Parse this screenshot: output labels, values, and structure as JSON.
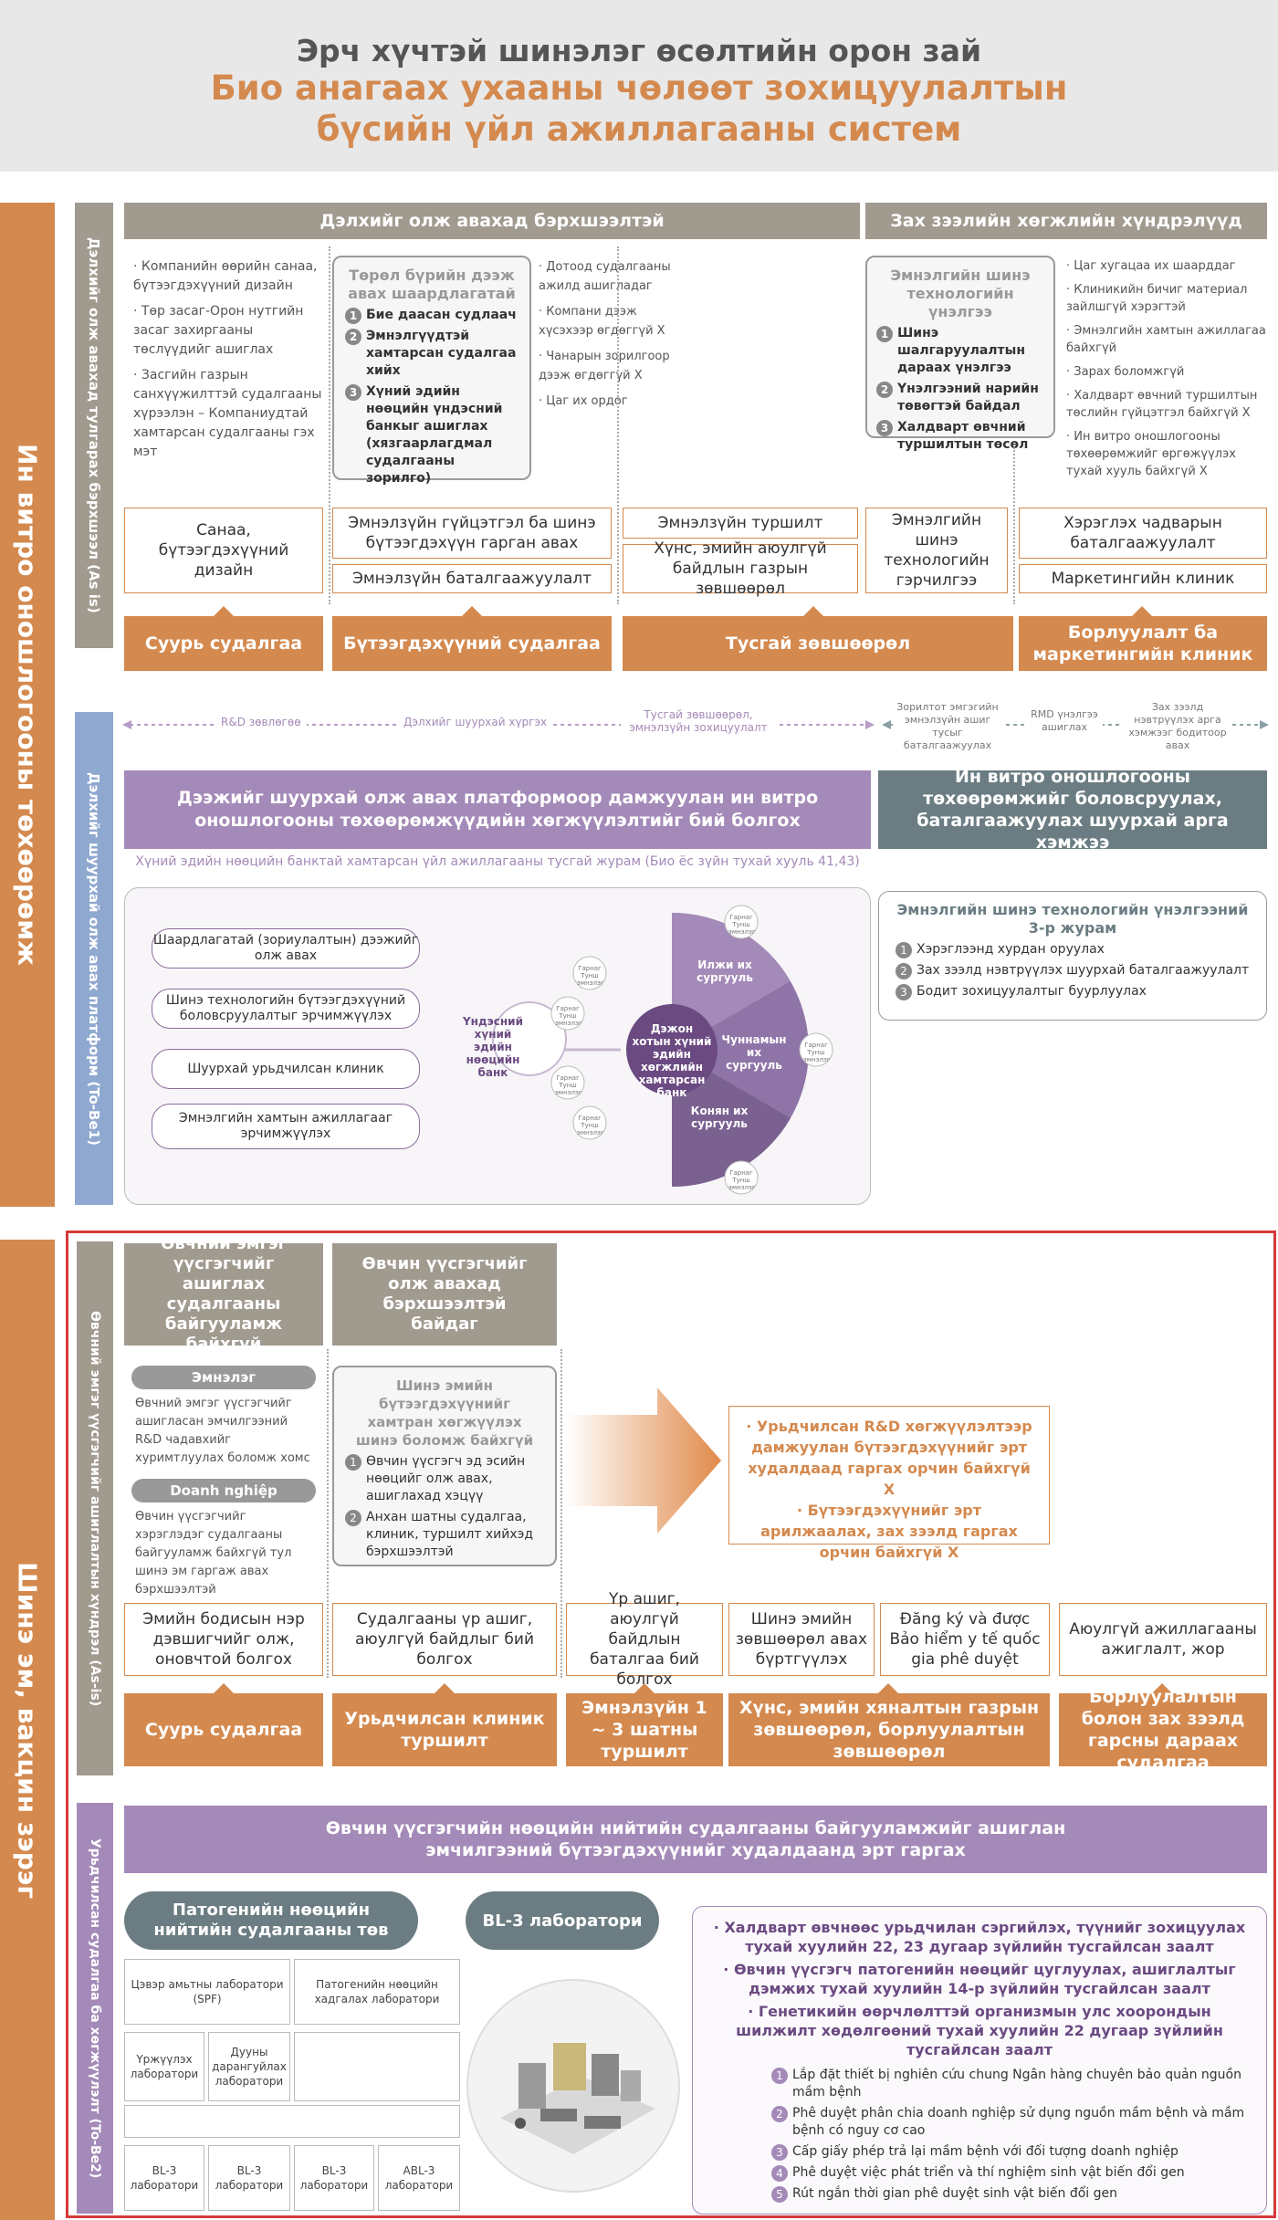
{
  "header": {
    "line1": "Эрч хүчтэй шинэлэг өсөлтийн орон зай",
    "line2": "Био анагаах ухааны чөлөөт зохицуулалтын",
    "line3": "бүсийн үйл ажиллагааны систем"
  },
  "colors": {
    "orange": "#d4894e",
    "purple": "#a48ab8",
    "teal": "#6b7d82",
    "gray": "#a19a8f",
    "blue": "#8fa8d0",
    "red": "#d63a3a"
  },
  "section1": {
    "side_label": "Ин витро оношлогооны төхөөрөмж",
    "asis_label": "Дэлхийг олж авахад тулгарах бэрхшээл (As is)",
    "tobe_label": "Дэлхийг шуурхай олж авах платформ (To-Be1)",
    "top_left_header": "Дэлхийг олж авахад бэрхшээлтэй",
    "top_right_header": "Зах зээлийн хөгжлийн хүндрэлүүд",
    "left_bullets": [
      "· Компанийн өөрийн санаа, бүтээгдэхүүний дизайн",
      "· Төр засаг-Орон нутгийн засаг захиргааны төслүүдийг ашиглах",
      "· Засгийн газрын санхүүжилттэй судалгааны хүрээлэн – Компаниудтай хамтарсан судалгааны гэх мэт"
    ],
    "mid_box": {
      "title": "Төрөл бүрийн дээж авах шаардлагатай",
      "items": [
        "Бие даасан судлаач",
        "Эмнэлгүүдтэй хамтарсан судалгаа хийх",
        "Хүний эдийн нөөцийн үндэсний банкыг ашиглах (хязгаарлагдмал судалгааны зорилго)"
      ]
    },
    "mid_bullets": [
      "· Дотоод судалгааны ажилд ашигладаг",
      "· Компани дээж хүсэхээр өгдөггүй Х",
      "· Чанарын зорилгоор дээж өгдөггүй Х",
      "· Цаг их ордог"
    ],
    "right_box": {
      "title": "Эмнэлгийн шинэ технологийн үнэлгээ",
      "items": [
        "Шинэ шалгаруулалтын дараах үнэлгээ",
        "Үнэлгээний нарийн төвөгтэй байдал",
        "Халдварт өвчний туршилтын төсөл"
      ]
    },
    "right_bullets": [
      "· Цаг хугацаа их шаарддаг",
      "· Клиникийн бичиг материал зайлшгүй хэрэгтэй",
      "· Эмнэлгийн хамтын ажиллагаа байхгүй",
      "· Зарах боломжгүй",
      "· Халдварт өвчний туршилтын төслийн гүйцэтгэл байхгүй Х",
      "· Ин витро оношлогооны төхөөрөмжийг өргөжүүлэх тухай хууль байхгүй Х"
    ],
    "activity_boxes": [
      "Санаа, бүтээгдэхүүний дизайн",
      "Эмнэлзүйн гүйцэтгэл ба шинэ бүтээгдэхүүн гарган авах",
      "Эмнэлзүйн баталгаажуулалт",
      "Эмнэлзүйн туршилт",
      "Хүнс, эмийн аюулгүй байдлын газрын зөвшөөрөл",
      "Эмнэлгийн шинэ технологийн гэрчилгээ",
      "Хэрэглэх чадварын баталгаажуулалт",
      "Маркетингийн клиник"
    ],
    "stage_bars": [
      "Суурь судалгаа",
      "Бүтээгдэхүүний судалгаа",
      "Тусгай зөвшөөрөл",
      "Борлуулалт ба маркетингийн клиник"
    ],
    "flow_labels": [
      "R&D зөвлөгөө",
      "Дэлхийг шуурхай хүргэх",
      "Тусгай зөвшөөрөл, эмнэлзүйн зохицуулалт",
      "Зорилтот эмгэгийн эмнэлзүйн ашиг тусыг баталгаажуулах",
      "RMD үнэлгээ ашиглах",
      "Зах зээлд нэвтрүүлэх арга хэмжээг бодитоор авах"
    ],
    "platform_header": "Дээжийг шуурхай олж авах платформоор дамжуулан ин витро оношлогооны төхөөрөмжүүдийн хөгжүүлэлтийг бий болгох",
    "platform_sub": "Хүний эдийн нөөцийн банктай хамтарсан үйл ажиллагааны тусгай журам (Био ёс зүйн тухай хууль 41,43)",
    "pills": [
      "Шаардлагатай (зориулалтын) дээжийг олж авах",
      "Шинэ технологийн бүтээгдэхүүний боловсруулалтыг эрчимжүүлэх",
      "Шуурхай урьдчилсан клиник",
      "Эмнэлгийн хамтын ажиллагааг эрчимжүүлэх"
    ],
    "national_bank": "Үндэсний хүний эдийн нөөцийн банк",
    "center_node": "Дэжон хотын хүний эдийн хөгжлийн хамтарсан банк",
    "hospitals": [
      "Илжи их сургууль",
      "Чуннамын их сургууль",
      "Конян их сургууль"
    ],
    "branch_label": "Гарнаг Тунш эмнэлэг",
    "right_header": "Ин витро оношлогооны төхөөрөмжийг боловсруулах, баталгаажуулах шуурхай арга хэмжээ",
    "right_panel": {
      "title": "Эмнэлгийн шинэ технологийн үнэлгээний 3-р журам",
      "items": [
        "Хэрэглээнд хурдан оруулах",
        "Зах зээлд нэвтрүүлэх шуурхай баталгаажуулалт",
        "Бодит зохицуулалтыг буурлуулах"
      ]
    }
  },
  "section2": {
    "side_label": "Шинэ эм, вакцин зэрэг",
    "asis_label": "Өвчний эмгэг үүсгэгчийг ашиглалтын хүндрэл (As-is)",
    "tobe_label": "Урьдчилсан судалгаа ба хөгжүүлэлт (To-Be2)",
    "head1": "Өвчний эмгэг үүсгэгчийг ашиглах судалгааны байгууламж байхгүй",
    "head2": "Өвчин үүсгэгчийг олж авахад бэрхшээлтэй байдаг",
    "hospital_pill": "Эмнэлэг",
    "hospital_text": "Өвчний эмгэг үүсгэгчийг ашигласан эмчилгээний R&D чадавхийг хуримтлуулах боломж хомс",
    "company_pill": "Doanh nghiệp",
    "company_text": "Өвчин үүсгэгчийг хэрэглэдэг судалгааны байгууламж байхгүй тул шинэ эм гаргаж авах бэрхшээлтэй",
    "mid_box": {
      "title": "Шинэ эмийн бүтээгдэхүүнийг хамтран хөгжүүлэх шинэ боломж байхгүй",
      "items": [
        "Өвчин үүсгэгч эд эсийн нөөцийг олж авах, ашиглахад хэцүү",
        "Анхан шатны судалгаа, клиник, туршилт хийхэд бэрхшээлтэй"
      ]
    },
    "result_text": [
      "· Урьдчилсан R&D хөгжүүлэлтээр дамжуулан бүтээгдэхүүнийг эрт худалдаад гаргах орчин  байхгүй Х",
      "· Бүтээгдэхүүнийг эрт арилжаалах, зах зээлд гаргах орчин байхгүй Х"
    ],
    "activity_boxes": [
      "Эмийн бодисын нэр дэвшигчийг олж, оновчтой болгох",
      "Судалгааны үр ашиг, аюулгүй байдлыг бий болгох",
      "Үр ашиг, аюулгүй байдлын баталгаа бий болгох",
      "Шинэ эмийн зөвшөөрөл авах бүртгүүлэх",
      "Đăng ký và được Bảo hiểm y tế quốc gia phê duyệt",
      "Аюулгүй ажиллагааны ажиглалт, жор"
    ],
    "stage_bars": [
      "Суурь судалгаа",
      "Урьдчилсан клиник туршилт",
      "Эмнэлзүйн 1 ~ 3 шатны туршилт",
      "Хүнс, эмийн хяналтын газрын зөвшөөрөл, борлуулалтын зөвшөөрөл",
      "Борлуулалтын болон зах зээлд гарсны дараах судалгаа"
    ],
    "tobe_header": "Өвчин үүсгэгчийн нөөцийн нийтийн судалгааны байгууламжийг ашиглан эмчилгээний бүтээгдэхүүнийг худалдаанд эрт гаргах",
    "center_pill": "Патогенийн нөөцийн нийтийн судалгааны төв",
    "bl3_pill": "BL-3 лаборатори",
    "labs": [
      "Цэвэр амьтны лаборатори (SPF)",
      "Патогенийн нөөцийн хадгалах лаборатори",
      "Үржүүлэх лаборатори",
      "Дууны дарангуйлах лаборатори",
      "BL-3 лаборатори",
      "BL-3 лаборатори",
      "BL-3 лаборатори",
      "ABL-3 лаборатори"
    ],
    "regs": [
      "· Халдварт өвчнөөс урьдчилан сэргийлэх, түүнийг зохицуулах тухай хуулийн 22, 23 дугаар зүйлийн тусгайлсан заалт",
      "· Өвчин үүсгэгч патогенийн нөөцийг цуглуулах, ашиглалтыг дэмжих тухай хуулийн 14-р зүйлийн тусгайлсан заалт",
      "· Генетикийн өөрчлөлттэй организмын улс хоорондын шилжилт хөдөлгөөний тухай хуулийн 22 дугаар зүйлийн тусгайлсан заалт"
    ],
    "steps": [
      "Lắp đặt thiết bị nghiên cứu chung Ngân hàng chuyên bảo quản nguồn mầm bệnh",
      "Phê duyệt phân chia doanh nghiệp sử dụng nguồn mầm bệnh và mầm bệnh có nguy cơ cao",
      "Cấp giấy phép trả lại mầm bệnh với đối tượng doanh nghiệp",
      "Phê duyệt việc phát triển và thí nghiệm sinh vật biến đổi gen",
      "Rút ngắn thời gian phê duyệt sinh vật biến đổi gen"
    ]
  }
}
